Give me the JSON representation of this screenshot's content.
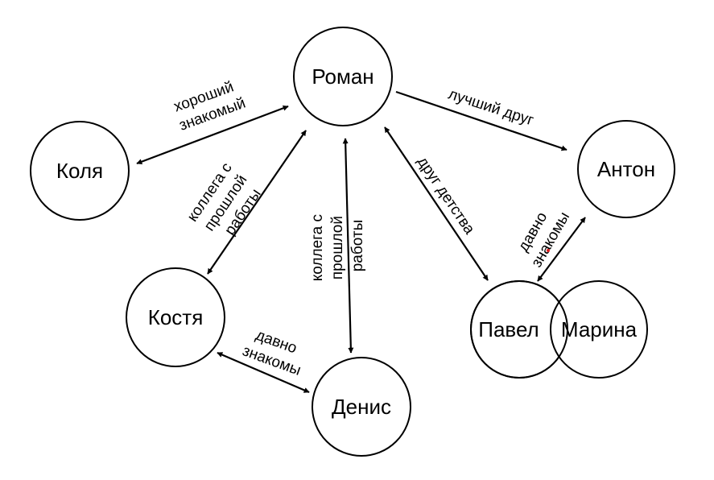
{
  "nodes": {
    "roman": "Роман",
    "kolya": "Коля",
    "anton": "Антон",
    "kostya": "Костя",
    "denis": "Денис",
    "pavel": "Павел",
    "marina": "Марина"
  },
  "edges": {
    "roman_kolya": [
      "хороший",
      "знакомый"
    ],
    "roman_anton": [
      "лучший друг"
    ],
    "roman_kostya": [
      "коллега с",
      "прошлой",
      "работы"
    ],
    "roman_denis": [
      "коллега с",
      "прошлой",
      "работы"
    ],
    "roman_pavel": [
      "друг детства"
    ],
    "anton_pavel": [
      "давно",
      "знакомы"
    ],
    "kostya_denis": [
      "давно",
      "знакомы"
    ]
  },
  "colors": {
    "line": "#000000",
    "accent_dot": "#e02020"
  }
}
